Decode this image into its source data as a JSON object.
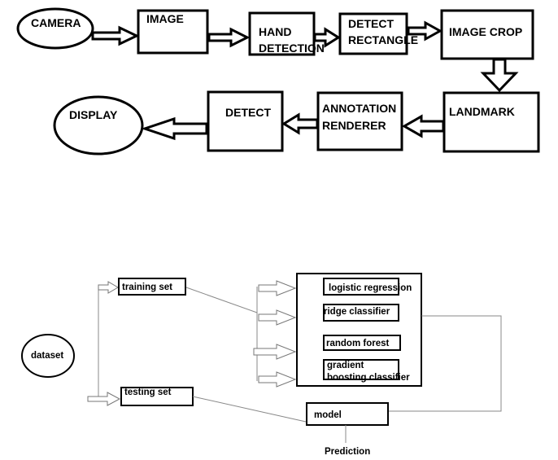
{
  "pipeline": {
    "camera": "CAMERA",
    "image": "IMAGE",
    "hand_detection": [
      "HAND",
      "DETECTION"
    ],
    "detect_rectangle": [
      "DETECT",
      "RECTANGLE"
    ],
    "image_crop": "IMAGE CROP",
    "landmark": "LANDMARK",
    "annotation_renderer": [
      "ANNOTATION",
      "RENDERER"
    ],
    "detect": "DETECT",
    "display": "DISPLAY"
  },
  "ml": {
    "dataset": "dataset",
    "training_set": "training set",
    "testing_set": "testing set",
    "classifiers": [
      [
        "logistic regression"
      ],
      [
        "ridge classifier"
      ],
      [
        "random forest"
      ],
      [
        "gradient",
        "boosting classifier"
      ]
    ],
    "model": "model",
    "prediction": "Prediction"
  }
}
